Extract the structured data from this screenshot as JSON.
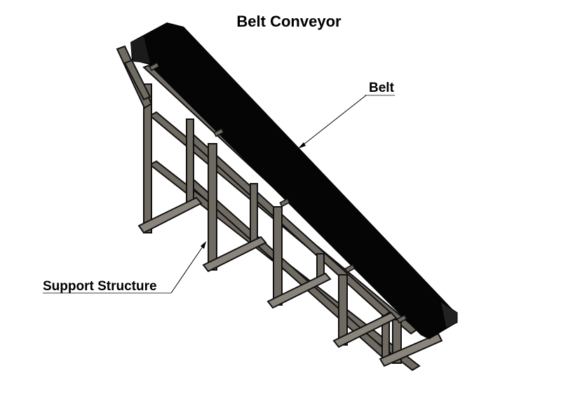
{
  "diagram": {
    "title": "Belt Conveyor",
    "labels": {
      "belt": "Belt",
      "support_structure": "Support Structure"
    }
  },
  "colors": {
    "belt": "#050505",
    "steel_outline": "#111111",
    "steel_face": "#6f6a62",
    "foot_plate": "#8a857c",
    "background": "#ffffff"
  }
}
